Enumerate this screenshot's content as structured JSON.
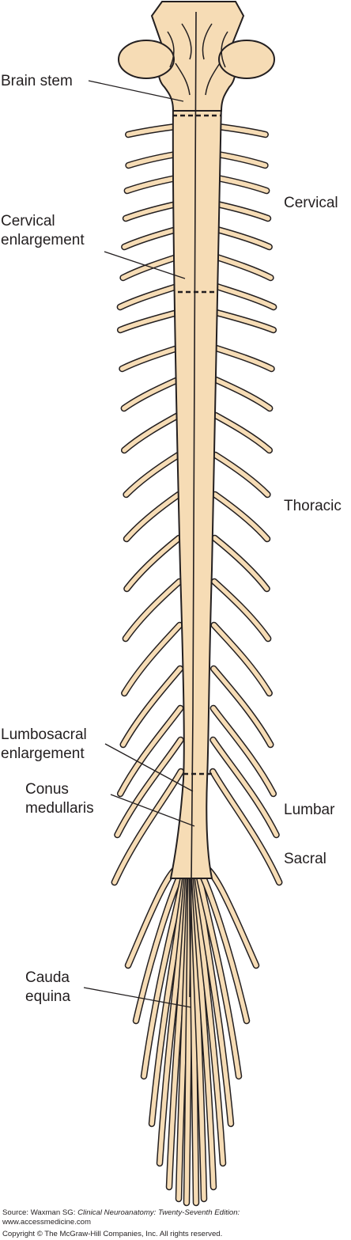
{
  "labels": {
    "brain_stem": "Brain stem",
    "cervical_enlargement_1": "Cervical",
    "cervical_enlargement_2": "enlargement",
    "lumbosacral_enlargement_1": "Lumbosacral",
    "lumbosacral_enlargement_2": "enlargement",
    "conus_medullaris_1": "Conus",
    "conus_medullaris_2": "medullaris",
    "cauda_equina_1": "Cauda",
    "cauda_equina_2": "equina",
    "cervical": "Cervical",
    "thoracic": "Thoracic",
    "lumbar": "Lumbar",
    "sacral": "Sacral"
  },
  "credit": {
    "source_prefix": "Source: Waxman SG: ",
    "source_title": "Clinical Neuroanatomy: Twenty-Seventh Edition:",
    "website": "www.accessmedicine.com",
    "copyright": "Copyright © The McGraw-Hill Companies, Inc. All rights reserved."
  },
  "colors": {
    "tissue_fill": "#f6dcb5",
    "outline": "#231f20",
    "background": "#ffffff"
  }
}
